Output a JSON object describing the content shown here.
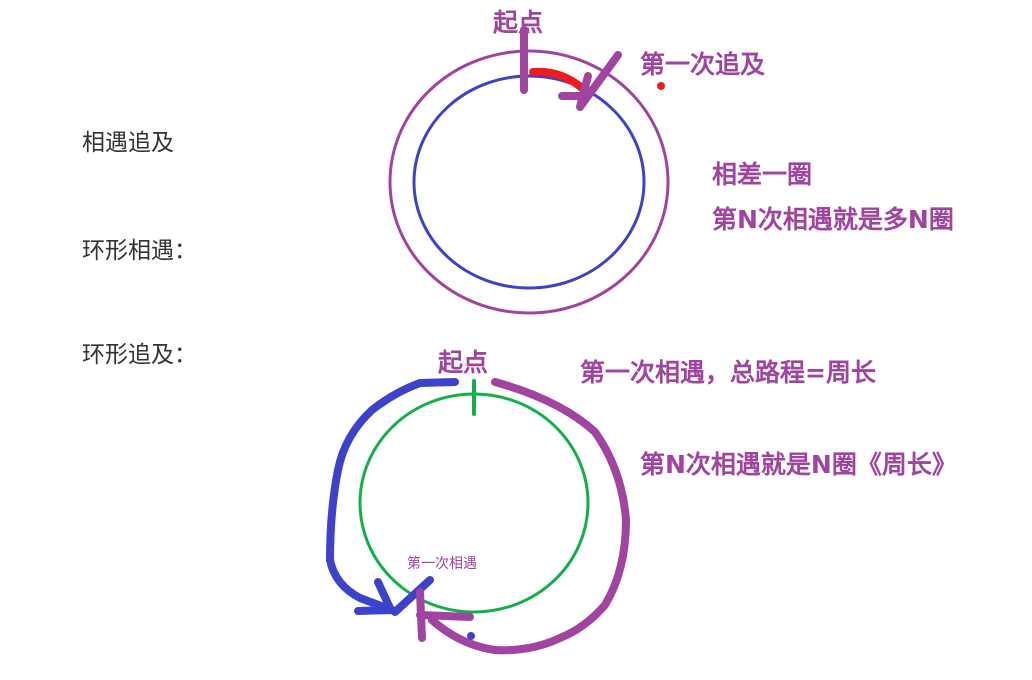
{
  "left_labels": {
    "meet_chase": "相遇追及",
    "ring_meet": "环形相遇：",
    "ring_chase": "环形追及："
  },
  "top_diagram": {
    "start_label": "起点",
    "first_chase_label": "第一次追及",
    "note_line1": "相差一圈",
    "note_line2": "第N次相遇就是多N圈"
  },
  "bottom_diagram": {
    "start_label": "起点",
    "first_meet_small": "第一次相遇",
    "note_line1": "第一次相遇，总路程=周长",
    "note_line2": "第N次相遇就是N圈《周长》"
  },
  "colors": {
    "purple": "#a044a0",
    "blue": "#3d42cc",
    "red": "#ee1c1c",
    "green": "#12b04a",
    "text": "#333333"
  }
}
